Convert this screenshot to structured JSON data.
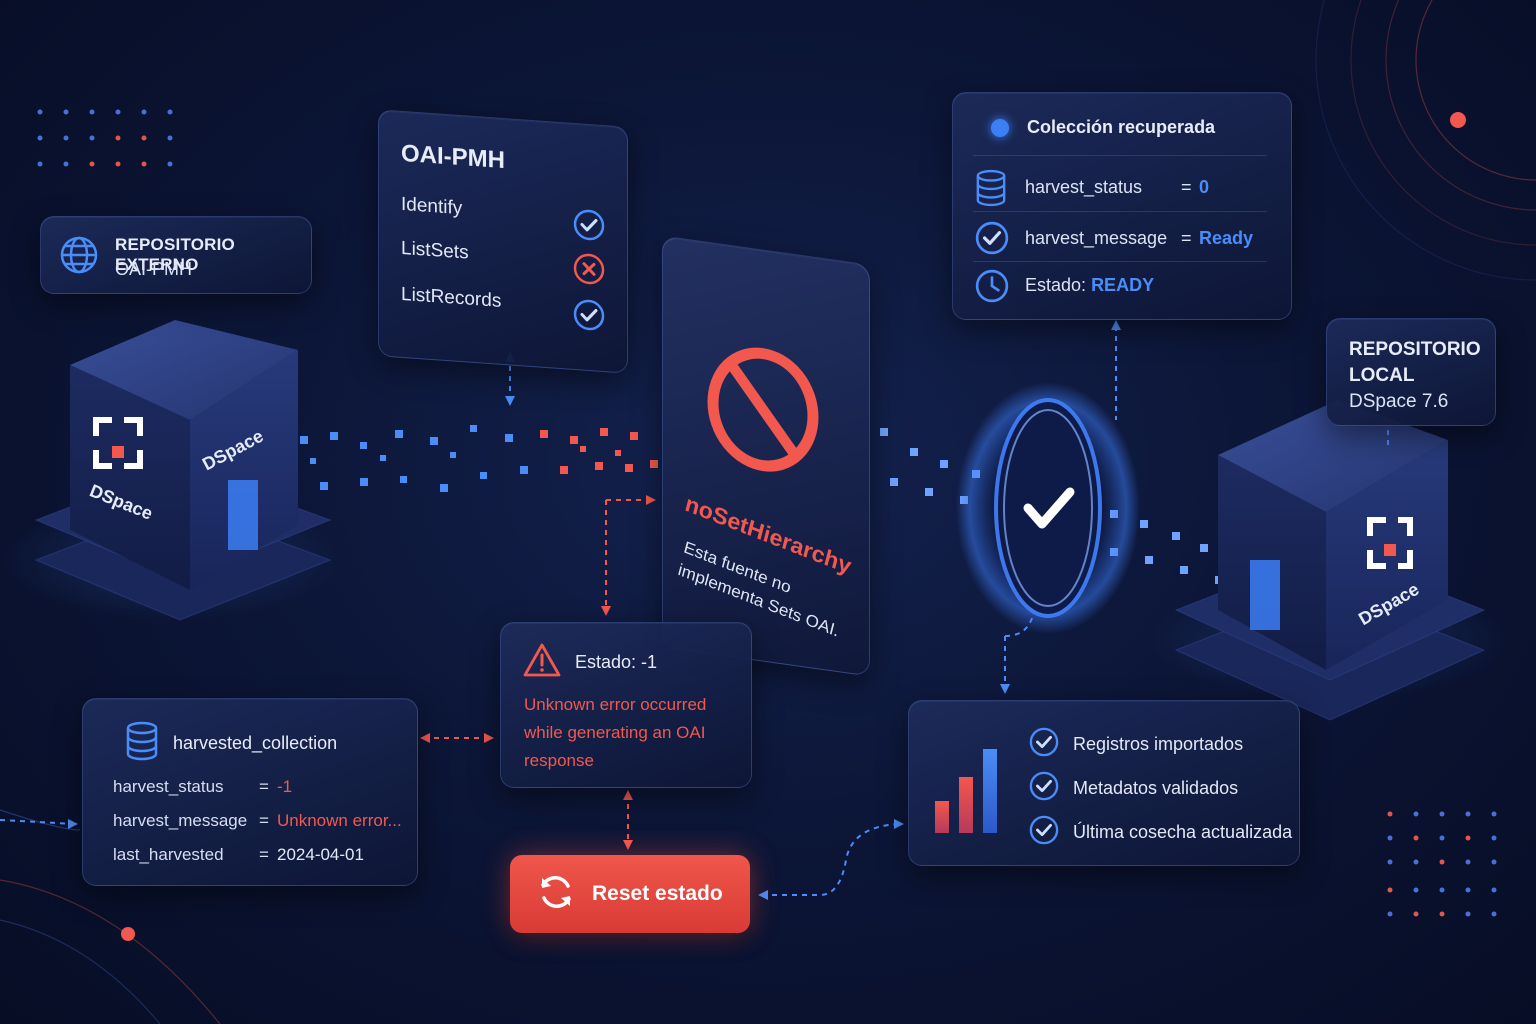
{
  "external_repo": {
    "title": "REPOSITORIO EXTERNO",
    "subtitle": "OAI-PMH",
    "icon": "globe-icon"
  },
  "external_server": {
    "brand": "DSpace",
    "side_label": "DSpace"
  },
  "oai_panel": {
    "title": "OAI-PMH",
    "verbs": [
      {
        "label": "Identify",
        "status": "ok"
      },
      {
        "label": "ListSets",
        "status": "error"
      },
      {
        "label": "ListRecords",
        "status": "ok"
      }
    ]
  },
  "error_card": {
    "code": "noSetHierarchy",
    "description": "Esta fuente no implementa Sets OAI."
  },
  "state_error": {
    "label": "Estado: -1",
    "message": "Unknown error occurred while generating an OAI response"
  },
  "harvested_collection": {
    "title": "harvested_collection",
    "fields": [
      {
        "key": "harvest_status",
        "eq": "=",
        "value": "-1"
      },
      {
        "key": "harvest_message",
        "eq": "=",
        "value": "Unknown error..."
      },
      {
        "key": "last_harvested",
        "eq": "=",
        "value": "2024-04-01"
      }
    ]
  },
  "reset_button": {
    "label": "Reset estado"
  },
  "recovered": {
    "title": "Colección recuperada",
    "fields": [
      {
        "key": "harvest_status",
        "eq": "=",
        "value": "0"
      },
      {
        "key": "harvest_message",
        "eq": "=",
        "value": "Ready"
      }
    ],
    "estado_label": "Estado:",
    "estado_value": "READY"
  },
  "local_repo": {
    "title": "REPOSITORIO LOCAL",
    "subtitle": "DSpace 7.6"
  },
  "local_server": {
    "brand": "DSpace"
  },
  "results": {
    "items": [
      "Registros importados",
      "Metadatos validados",
      "Última cosecha actualizada"
    ]
  },
  "colors": {
    "background": "#0b1434",
    "accent_blue": "#4b8df8",
    "error_red": "#f2584e",
    "panel": "#1a2756"
  }
}
